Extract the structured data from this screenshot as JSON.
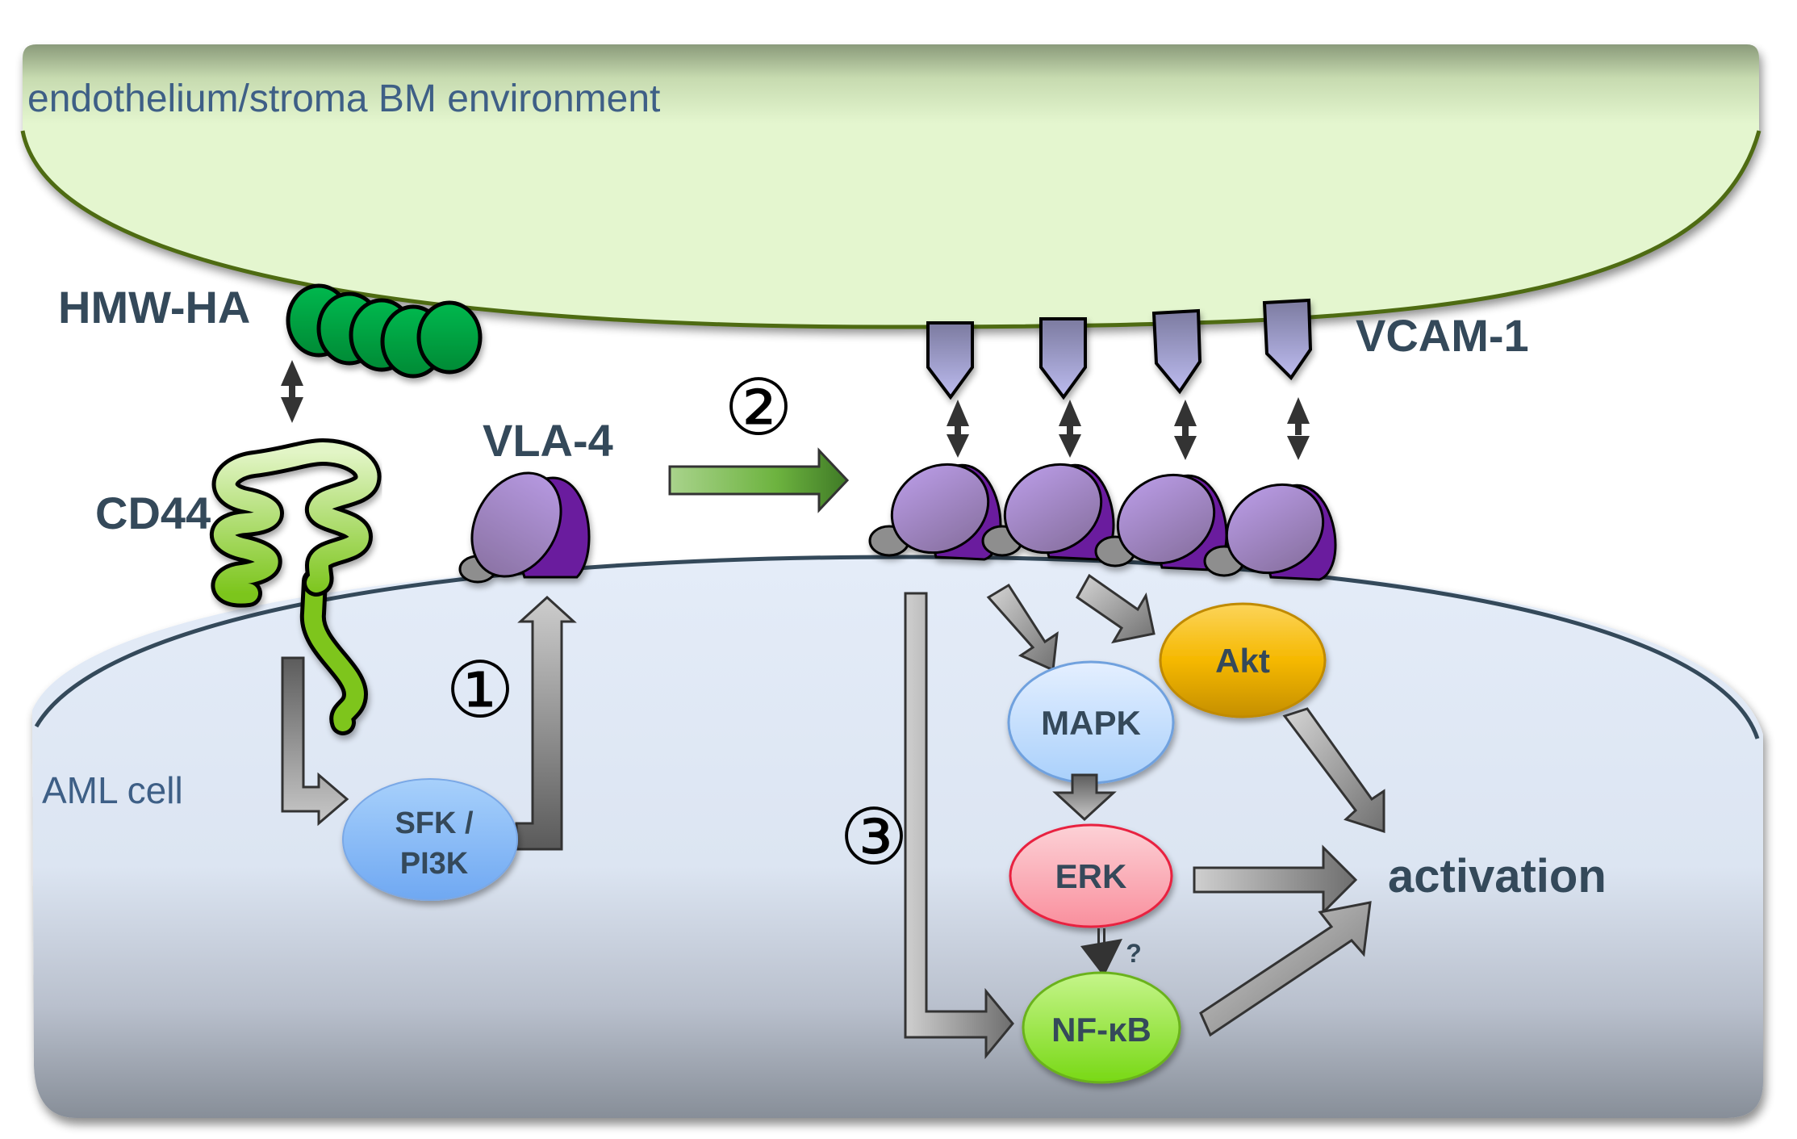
{
  "regions": {
    "environment": "endothelium/stroma BM environment",
    "cell": "AML cell"
  },
  "molecules": {
    "hmw_ha": "HMW-HA",
    "cd44": "CD44",
    "vla4": "VLA-4",
    "vcam1": "VCAM-1"
  },
  "steps": [
    "①",
    "②",
    "③"
  ],
  "nodes": {
    "sfk_pi3k_line1": "SFK /",
    "sfk_pi3k_line2": "PI3K",
    "akt": "Akt",
    "mapk": "MAPK",
    "erk": "ERK",
    "nfkb": "NF-κB"
  },
  "outcome": "activation",
  "uncertain_mark": "?",
  "colors": {
    "environment": "#e4f6cf",
    "membrane_env": "#4e6b12",
    "cell": "#e1eaf7",
    "membrane_cell": "#34495a",
    "ha": "#00a843",
    "cd44": "#8ccc2c",
    "vla4_light": "#a98fd0",
    "vla4_dark": "#6a1f9e",
    "vcam": "#a6a5dc",
    "sfk": "#8fbcf5",
    "akt": "#f5b800",
    "mapk": "#cfe3fb",
    "erk": "#fca9b3",
    "nfkb": "#9ae53a",
    "text": "#34495a"
  }
}
